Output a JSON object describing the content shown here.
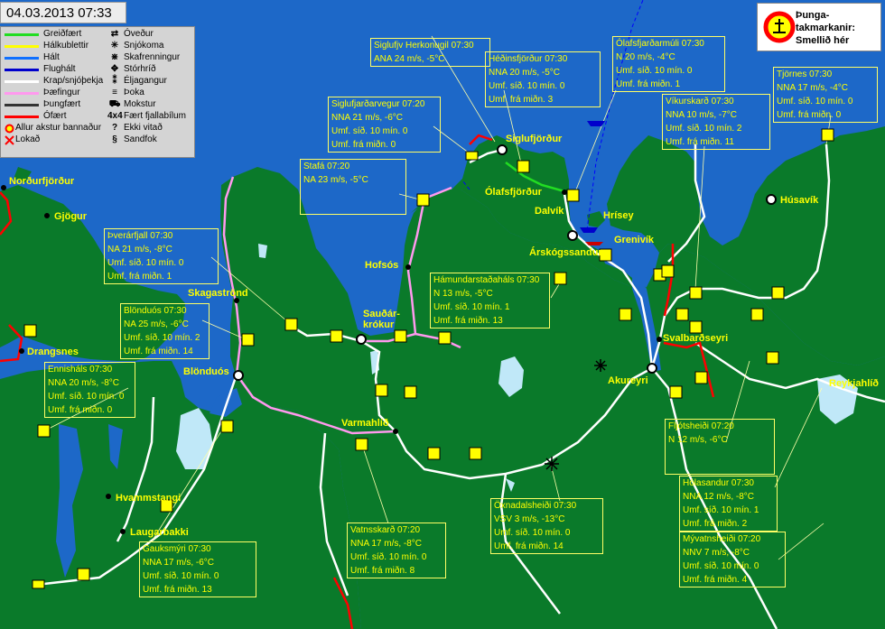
{
  "timestamp": "04.03.2013 07:33",
  "warning_box": {
    "line1": "Þunga-",
    "line2": "takmarkanir:",
    "line3": "Smellið hér",
    "colors": {
      "ring": "#ff0000",
      "fill": "#ffff00"
    }
  },
  "legend": {
    "lines": [
      {
        "label": "Greiðfært",
        "color": "#22dd22"
      },
      {
        "label": "Hálkublettir",
        "color": "#ffff00"
      },
      {
        "label": "Hált",
        "color": "#1070ff"
      },
      {
        "label": "Flughált",
        "color": "#0000cc"
      },
      {
        "label": "Krap/snjóþekja",
        "color": "#ffffff"
      },
      {
        "label": "Þæfingur",
        "color": "#ff99ee"
      },
      {
        "label": "Þungfært",
        "color": "#333333"
      },
      {
        "label": "Ófært",
        "color": "#ff0000"
      }
    ],
    "closures": [
      {
        "label": "Allur akstur bannaður",
        "icon": "no-entry-icon"
      },
      {
        "label": "Lokað",
        "icon": "closed-x-icon"
      }
    ],
    "icons": [
      {
        "label": "Óveður",
        "icon": "storm-icon",
        "glyph": "⇄"
      },
      {
        "label": "Snjókoma",
        "icon": "snowfall-icon",
        "glyph": "✳"
      },
      {
        "label": "Skafrenningur",
        "icon": "drifting-snow-icon",
        "glyph": "⋇"
      },
      {
        "label": "Stórhríð",
        "icon": "blizzard-icon",
        "glyph": "✥"
      },
      {
        "label": "Éljagangur",
        "icon": "snow-showers-icon",
        "glyph": "⁑"
      },
      {
        "label": "Þoka",
        "icon": "fog-icon",
        "glyph": "≡"
      },
      {
        "label": "Mokstur",
        "icon": "plowing-icon",
        "glyph": "⛟"
      },
      {
        "label": "Fært fjallabílum",
        "icon": "4x4-icon",
        "glyph": "4x4"
      },
      {
        "label": "Ekki vitað",
        "icon": "unknown-icon",
        "glyph": "?"
      },
      {
        "label": "Sandfok",
        "icon": "sandstorm-icon",
        "glyph": "§"
      }
    ]
  },
  "places": [
    {
      "name": "Norðurfjörður",
      "white": false
    },
    {
      "name": "Gjögur",
      "white": false
    },
    {
      "name": "Drangsnes",
      "white": false
    },
    {
      "name": "Skagaströnd",
      "white": false
    },
    {
      "name": "Blönduós",
      "white": false
    },
    {
      "name": "Hofsós",
      "white": false
    },
    {
      "name": "Sauðár-",
      "white": false
    },
    {
      "name": "krókur",
      "white": false
    },
    {
      "name": "Varmahlíð",
      "white": false
    },
    {
      "name": "Siglufjörður",
      "white": false
    },
    {
      "name": "Ólafsfjörður",
      "white": false
    },
    {
      "name": "Dalvík",
      "white": false
    },
    {
      "name": "Hrísey",
      "white": false
    },
    {
      "name": "Árskógssandur",
      "white": false
    },
    {
      "name": "Grenivík",
      "white": false
    },
    {
      "name": "Svalbarðseyri",
      "white": false
    },
    {
      "name": "Akureyri",
      "white": false
    },
    {
      "name": "Húsavík",
      "white": false
    },
    {
      "name": "Reykjahlíð",
      "white": false
    },
    {
      "name": "Hvammstangi",
      "white": false
    },
    {
      "name": "Laugarbakki",
      "white": false
    }
  ],
  "stations": [
    {
      "name": "Siglufjv Herkonugil 07:30",
      "wind": "ANA 24 m/s, -5°C",
      "count10": "",
      "countMid": ""
    },
    {
      "name": "Héðinsfjörður 07:30",
      "wind": "NNA 20 m/s, -5°C",
      "count10": "Umf. síð. 10 mín. 0",
      "countMid": "Umf. frá miðn. 3"
    },
    {
      "name": "Ólafsfjarðarmúli 07:30",
      "wind": "N 20 m/s, -4°C",
      "count10": "Umf. síð. 10 mín. 0",
      "countMid": "Umf. frá miðn. 1"
    },
    {
      "name": "Tjörnes 07:30",
      "wind": "NNA 17 m/s, -4°C",
      "count10": "Umf. síð. 10 mín. 0",
      "countMid": "Umf. frá miðn. 0"
    },
    {
      "name": "Siglufjarðarvegur 07:20",
      "wind": "NNA 21 m/s, -6°C",
      "count10": "Umf. síð. 10 mín. 0",
      "countMid": "Umf. frá miðn. 0"
    },
    {
      "name": "Víkurskarð 07:30",
      "wind": "NNA 10 m/s, -7°C",
      "count10": "Umf. síð. 10 mín. 2",
      "countMid": "Umf. frá miðn. 11"
    },
    {
      "name": "Stafá 07:20",
      "wind": "NA 23 m/s, -5°C",
      "count10": "",
      "countMid": ""
    },
    {
      "name": "Þverárfjall 07:30",
      "wind": "NA 21 m/s, -8°C",
      "count10": "Umf. síð. 10 mín. 0",
      "countMid": "Umf. frá miðn. 1"
    },
    {
      "name": "Blönduós 07:30",
      "wind": "NA 25 m/s, -6°C",
      "count10": "Umf. síð. 10 mín. 2",
      "countMid": "Umf. frá miðn. 14"
    },
    {
      "name": "Hámundarstaðaháls 07:30",
      "wind": "N 13 m/s, -5°C",
      "count10": "Umf. síð. 10 mín. 1",
      "countMid": "Umf. frá miðn. 13"
    },
    {
      "name": "Ennisháls 07:30",
      "wind": "NNA 20 m/s, -8°C",
      "count10": "Umf. síð. 10 mín. 0",
      "countMid": "Umf. frá miðn. 0"
    },
    {
      "name": "Fljótsheiði 07:20",
      "wind": "N 12 m/s, -6°C",
      "count10": "",
      "countMid": ""
    },
    {
      "name": "Hólasandur 07:30",
      "wind": "NNA 12 m/s, -8°C",
      "count10": "Umf. síð. 10 mín. 1",
      "countMid": "Umf. frá miðn. 2"
    },
    {
      "name": "Öxnadalsheiði 07:30",
      "wind": "VSV 3 m/s, -13°C",
      "count10": "Umf. síð. 10 mín. 0",
      "countMid": "Umf. frá miðn. 14"
    },
    {
      "name": "Vatnsskarð 07:20",
      "wind": "NNA 17 m/s, -8°C",
      "count10": "Umf. síð. 10 mín. 0",
      "countMid": "Umf. frá miðn. 8"
    },
    {
      "name": "Mývatnsheiði 07:20",
      "wind": "NNV 7 m/s, -8°C",
      "count10": "Umf. síð. 10 mín. 0",
      "countMid": "Umf. frá miðn. 4"
    },
    {
      "name": "Gauksmýri 07:30",
      "wind": "NNA 17 m/s, -6°C",
      "count10": "Umf. síð. 10 mín. 0",
      "countMid": "Umf. frá miðn. 13"
    }
  ],
  "colors": {
    "sea": "#1d68c8",
    "land": "#0a7a2a",
    "lake": "#c0e8f8",
    "label": "#ffff00"
  }
}
